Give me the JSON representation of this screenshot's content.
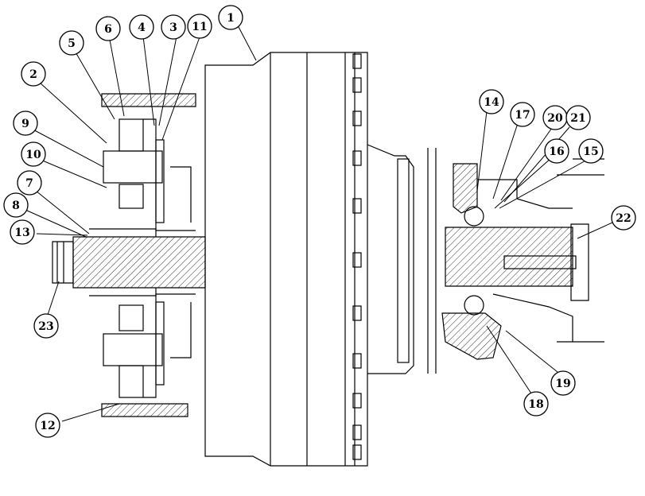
{
  "callouts": [
    {
      "id": "c1",
      "label": "1"
    },
    {
      "id": "c2",
      "label": "2"
    },
    {
      "id": "c3",
      "label": "3"
    },
    {
      "id": "c4",
      "label": "4"
    },
    {
      "id": "c5",
      "label": "5"
    },
    {
      "id": "c6",
      "label": "6"
    },
    {
      "id": "c7",
      "label": "7"
    },
    {
      "id": "c8",
      "label": "8"
    },
    {
      "id": "c9",
      "label": "9"
    },
    {
      "id": "c10",
      "label": "10"
    },
    {
      "id": "c11",
      "label": "11"
    },
    {
      "id": "c12",
      "label": "12"
    },
    {
      "id": "c13",
      "label": "13"
    },
    {
      "id": "c14",
      "label": "14"
    },
    {
      "id": "c15",
      "label": "15"
    },
    {
      "id": "c16",
      "label": "16"
    },
    {
      "id": "c17",
      "label": "17"
    },
    {
      "id": "c18",
      "label": "18"
    },
    {
      "id": "c19",
      "label": "19"
    },
    {
      "id": "c20",
      "label": "20"
    },
    {
      "id": "c21",
      "label": "21"
    },
    {
      "id": "c22",
      "label": "22"
    },
    {
      "id": "c23",
      "label": "23"
    }
  ],
  "colors": {
    "line": "#000000",
    "background": "#ffffff"
  }
}
